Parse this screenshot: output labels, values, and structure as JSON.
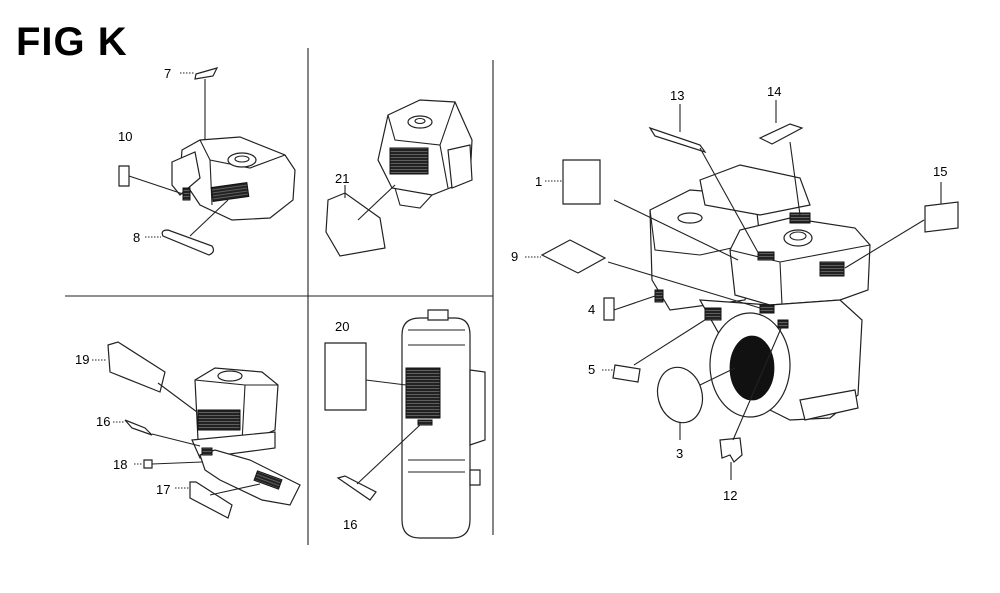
{
  "figure": {
    "title": "FIG K"
  },
  "callouts": {
    "c1": "1",
    "c3": "3",
    "c4": "4",
    "c5": "5",
    "c7": "7",
    "c8": "8",
    "c9": "9",
    "c10": "10",
    "c12": "12",
    "c13": "13",
    "c14": "14",
    "c15": "15",
    "c16a": "16",
    "c16b": "16",
    "c17": "17",
    "c18": "18",
    "c19": "19",
    "c20": "20",
    "c21": "21"
  }
}
